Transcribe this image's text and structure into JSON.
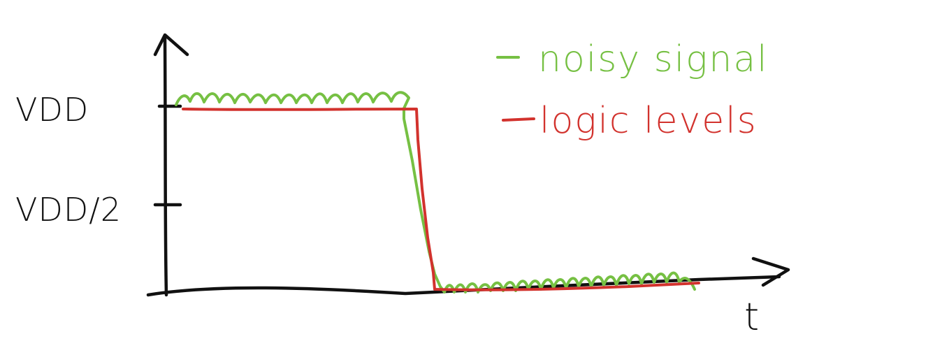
{
  "diagram": {
    "y_ticks": [
      {
        "label": "VDD"
      },
      {
        "label": "VDD/2"
      }
    ],
    "x_axis_label": "t",
    "legend": [
      {
        "dash": "-",
        "text": "noisy signal",
        "color": "#76c043"
      },
      {
        "dash": "-",
        "text": "logic levels",
        "color": "#d2322d"
      }
    ],
    "colors": {
      "axes": "#111111",
      "noisy_signal": "#76c043",
      "logic_levels": "#d2322d"
    }
  }
}
